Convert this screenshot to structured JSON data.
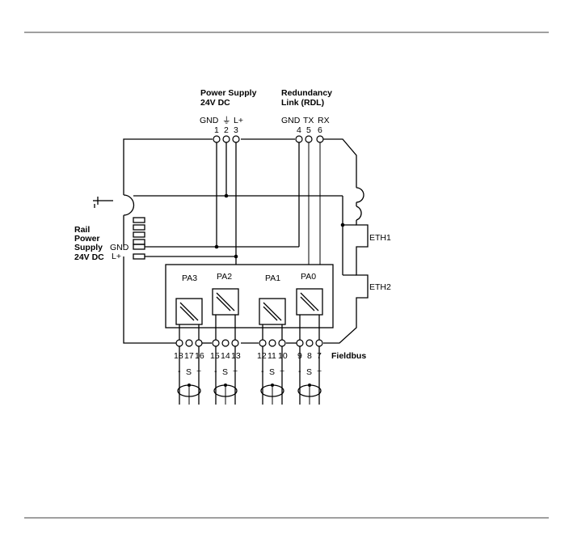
{
  "power_supply": {
    "title1": "Power Supply",
    "title2": "24V DC",
    "gnd": "GND",
    "lplus": "L+",
    "earth_symbol": "⏚"
  },
  "rdl": {
    "title1": "Redundancy",
    "title2": "Link (RDL)",
    "gnd": "GND",
    "tx": "TX",
    "rx": "RX"
  },
  "top_terminals": [
    "1",
    "2",
    "3",
    "4",
    "5",
    "6"
  ],
  "rail": {
    "l1": "Rail",
    "l2": "Power",
    "l3": "Supply",
    "l4": "24V DC",
    "gnd": "GND",
    "lplus": "L+"
  },
  "eth": [
    "ETH1",
    "ETH2"
  ],
  "modules": [
    "PA3",
    "PA2",
    "PA1",
    "PA0"
  ],
  "bottom_terminals": [
    "18",
    "17",
    "16",
    "15",
    "14",
    "13",
    "12",
    "11",
    "10",
    "9",
    "8",
    "7"
  ],
  "fieldbus": "Fieldbus",
  "signal_labels": [
    "-",
    "S",
    "+"
  ]
}
